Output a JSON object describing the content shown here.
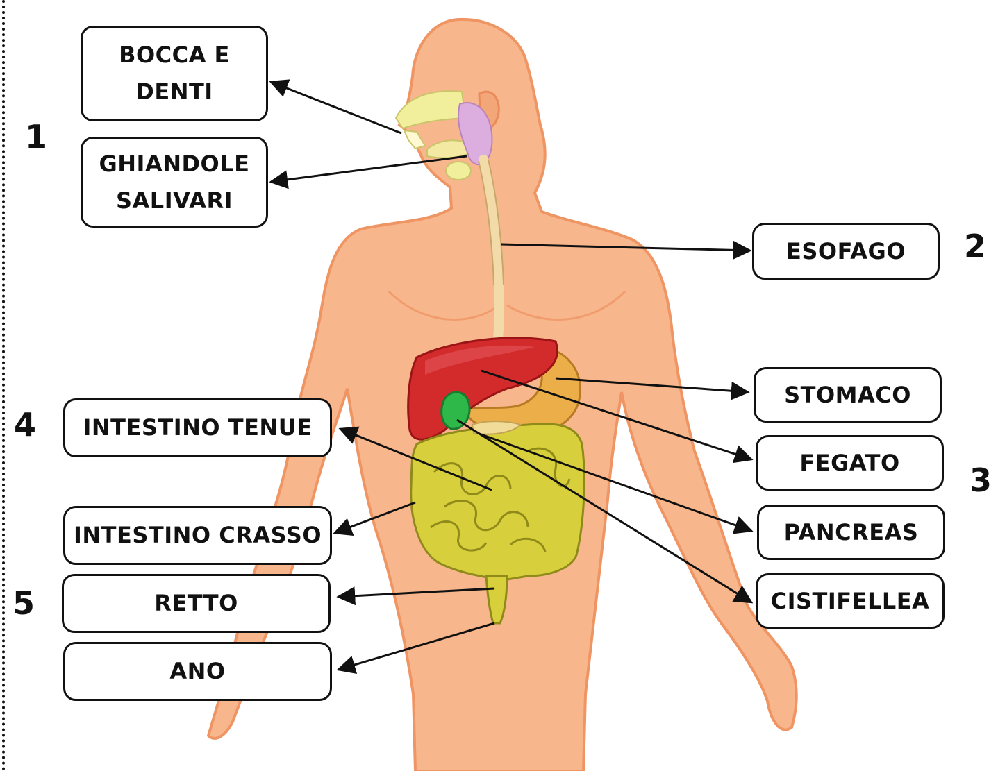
{
  "labels": {
    "bocca": "BOCCA E\nDENTI",
    "ghiandole": "GHIANDOLE\nSALIVARI",
    "esofago": "ESOFAGO",
    "stomaco": "STOMACO",
    "fegato": "FEGATO",
    "pancreas": "PANCREAS",
    "cistifellea": "CISTIFELLEA",
    "tenue": "INTESTINO TENUE",
    "crasso": "INTESTINO CRASSO",
    "retto": "RETTO",
    "ano": "ANO"
  },
  "numbers": {
    "n1": "1",
    "n2": "2",
    "n3": "3",
    "n4": "4",
    "n5": "5"
  },
  "colors": {
    "skin": "#f6b48a",
    "skin_shadow": "#ef9564",
    "liver": "#d4262a",
    "stomach": "#e9a640",
    "intestine": "#d9cf3e",
    "gallbladder": "#2fb84a",
    "salivary": "#d9a6d6",
    "esophagus": "#f4d8a8"
  }
}
